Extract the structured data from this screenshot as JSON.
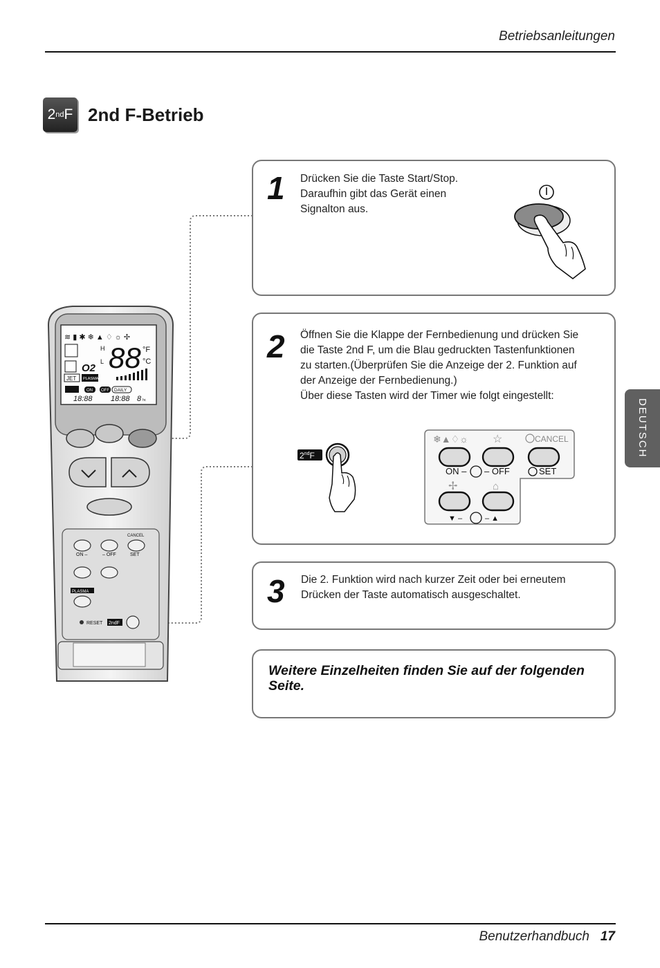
{
  "header": {
    "title": "Betriebsanleitungen"
  },
  "section": {
    "badge_main": "2",
    "badge_sup": "nd",
    "badge_end": "F",
    "title": "2nd F-Betrieb"
  },
  "steps": [
    {
      "number": "1",
      "lines": [
        "Drücken Sie die Taste Start/Stop.",
        "Daraufhin gibt das Gerät einen",
        "Signalton aus."
      ]
    },
    {
      "number": "2",
      "lines": [
        "Öffnen Sie die Klappe der Fernbedienung und drücken Sie",
        "die Taste 2nd F, um die Blau gedruckten Tastenfunktionen",
        "zu starten.(Überprüfen Sie die Anzeige der 2. Funktion auf",
        "der Anzeige der Fernbedienung.)",
        "Über diese Tasten wird der Timer wie folgt eingestellt:"
      ]
    },
    {
      "number": "3",
      "lines": [
        "Die 2. Funktion wird nach kurzer Zeit oder bei erneutem",
        "Drücken der Taste automatisch ausgeschaltet."
      ]
    }
  ],
  "note": {
    "lines": [
      "Weitere Einzelheiten finden Sie auf der folgenden",
      "Seite."
    ]
  },
  "side_tab": {
    "label": "DEUTSCH"
  },
  "footer": {
    "label": "Benutzerhandbuch",
    "page": "17"
  },
  "timer_panel": {
    "cancel": "CANCEL",
    "on_label": "ON –",
    "off_label": "– OFF",
    "set": "SET"
  },
  "remote": {
    "jet": "JET",
    "plasma": "PLASMA",
    "on": "ON",
    "off": "OFF",
    "daily": "DAILY",
    "digits": "88",
    "deg_f": "°F",
    "deg_c": "°C",
    "o2": "O2",
    "reset": "RESET",
    "cancel": "CANCEL",
    "set": "SET",
    "timer_on": "ON –",
    "timer_off": "– OFF",
    "hr": "hr.",
    "time_a": "18:88",
    "time_b": "18:88",
    "h": "H",
    "l": "L"
  },
  "colors": {
    "rule": "#111111",
    "card_border": "#777777",
    "side_tab": "#606060",
    "button": "#c8c8c8"
  }
}
